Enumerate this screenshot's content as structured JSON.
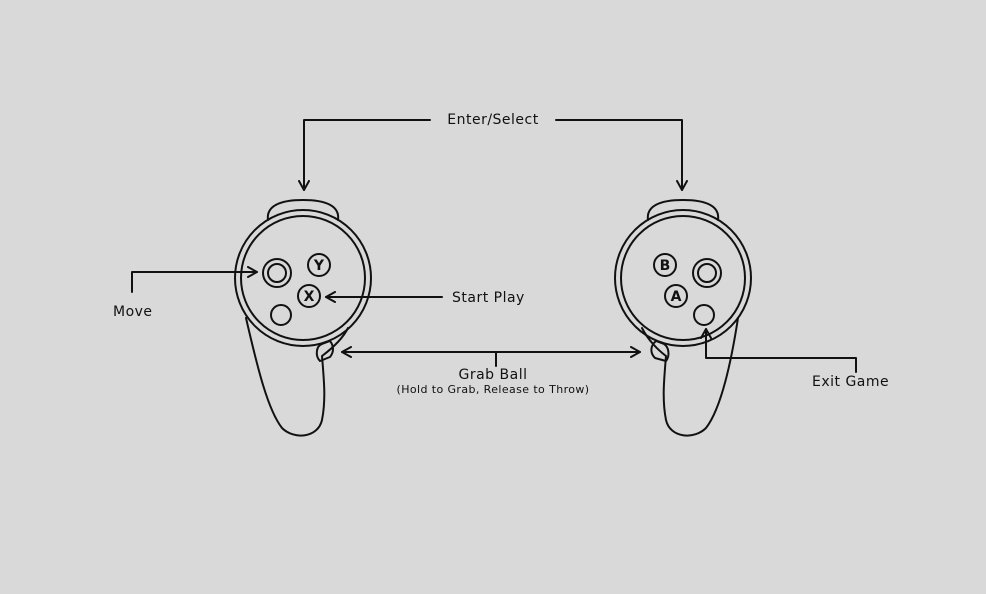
{
  "labels": {
    "enter_select": "Enter/Select",
    "start_play": "Start Play",
    "move": "Move",
    "grab_ball": "Grab Ball",
    "grab_ball_note": "(Hold to Grab, Release to Throw)",
    "exit_game": "Exit Game"
  },
  "buttons": {
    "left": {
      "face_top": "Y",
      "face_bottom": "X"
    },
    "right": {
      "face_top": "B",
      "face_bottom": "A"
    }
  },
  "colors": {
    "background": "#d9d9d9",
    "ink": "#111111"
  }
}
